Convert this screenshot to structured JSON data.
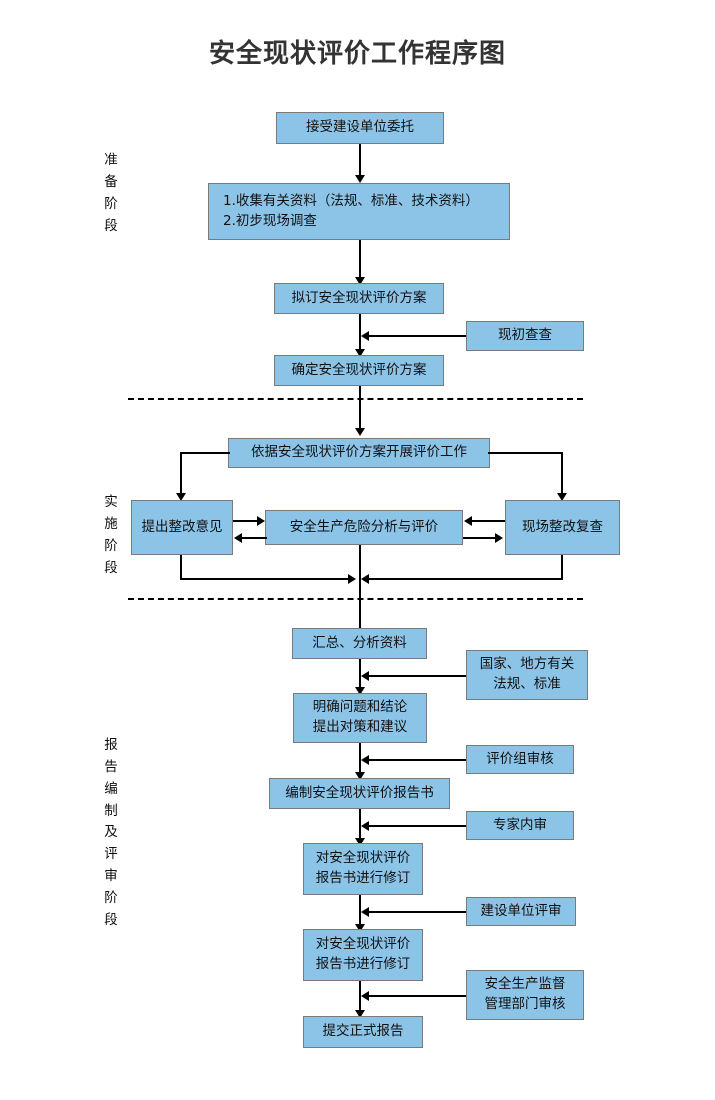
{
  "title": "安全现状评价工作程序图",
  "colors": {
    "box_fill": "#8CC4E8",
    "box_border": "#7a7a7a",
    "connector": "#000000",
    "title_color": "#333333",
    "background": "#ffffff"
  },
  "stages": [
    {
      "id": "prep",
      "label_chars": [
        "准",
        "备",
        "阶",
        "段"
      ]
    },
    {
      "id": "impl",
      "label_chars": [
        "实",
        "施",
        "阶",
        "段"
      ]
    },
    {
      "id": "report",
      "label_chars": [
        "报",
        "告",
        "编",
        "制",
        "及",
        "评",
        "审",
        "阶",
        "段"
      ]
    }
  ],
  "nodes": {
    "accept_commission": {
      "lines": [
        "接受建设单位委托"
      ]
    },
    "collect_data": {
      "lines": [
        "1.收集有关资料（法规、标准、技术资料）",
        "2.初步现场调查"
      ]
    },
    "draft_plan": {
      "lines": [
        "拟订安全现状评价方案"
      ]
    },
    "site_pre_survey": {
      "lines": [
        "现初查查"
      ]
    },
    "confirm_plan": {
      "lines": [
        "确定安全现状评价方案"
      ]
    },
    "carry_out_eval": {
      "lines": [
        "依据安全现状评价方案开展评价工作"
      ]
    },
    "rectification_advice": {
      "lines": [
        "提出整改意见"
      ]
    },
    "risk_analysis": {
      "lines": [
        "安全生产危险分析与评价"
      ]
    },
    "site_recheck": {
      "lines": [
        "现场整改复查"
      ]
    },
    "summarize_analyze": {
      "lines": [
        "汇总、分析资料"
      ]
    },
    "laws_standards": {
      "lines": [
        "国家、地方有关",
        "法规、标准"
      ]
    },
    "problems_conclusion": {
      "lines": [
        "明确问题和结论",
        "提出对策和建议"
      ]
    },
    "review_group": {
      "lines": [
        "评价组审核"
      ]
    },
    "compile_report": {
      "lines": [
        "编制安全现状评价报告书"
      ]
    },
    "expert_internal": {
      "lines": [
        "专家内审"
      ]
    },
    "revise_report_1": {
      "lines": [
        "对安全现状评价",
        "报告书进行修订"
      ]
    },
    "owner_review": {
      "lines": [
        "建设单位评审"
      ]
    },
    "revise_report_2": {
      "lines": [
        "对安全现状评价",
        "报告书进行修订"
      ]
    },
    "supervision_review": {
      "lines": [
        "安全生产监督",
        "管理部门审核"
      ]
    },
    "submit_final": {
      "lines": [
        "提交正式报告"
      ]
    }
  },
  "chart_data": {
    "type": "diagram",
    "diagram_type": "flowchart",
    "title": "安全现状评价工作程序图",
    "orientation": "top-to-bottom",
    "swimlanes": [
      "准备阶段",
      "实施阶段",
      "报告编制及评审阶段"
    ],
    "nodes": [
      {
        "id": "accept_commission",
        "text": "接受建设单位委托",
        "lane": "准备阶段",
        "kind": "process"
      },
      {
        "id": "collect_data",
        "text": "1.收集有关资料（法规、标准、技术资料） 2.初步现场调查",
        "lane": "准备阶段",
        "kind": "process"
      },
      {
        "id": "draft_plan",
        "text": "拟订安全现状评价方案",
        "lane": "准备阶段",
        "kind": "process"
      },
      {
        "id": "site_pre_survey",
        "text": "现初查查",
        "lane": "准备阶段",
        "kind": "note"
      },
      {
        "id": "confirm_plan",
        "text": "确定安全现状评价方案",
        "lane": "准备阶段",
        "kind": "process"
      },
      {
        "id": "carry_out_eval",
        "text": "依据安全现状评价方案开展评价工作",
        "lane": "实施阶段",
        "kind": "process"
      },
      {
        "id": "rectification_advice",
        "text": "提出整改意见",
        "lane": "实施阶段",
        "kind": "process"
      },
      {
        "id": "risk_analysis",
        "text": "安全生产危险分析与评价",
        "lane": "实施阶段",
        "kind": "process"
      },
      {
        "id": "site_recheck",
        "text": "现场整改复查",
        "lane": "实施阶段",
        "kind": "process"
      },
      {
        "id": "summarize_analyze",
        "text": "汇总、分析资料",
        "lane": "报告编制及评审阶段",
        "kind": "process"
      },
      {
        "id": "laws_standards",
        "text": "国家、地方有关法规、标准",
        "lane": "报告编制及评审阶段",
        "kind": "note"
      },
      {
        "id": "problems_conclusion",
        "text": "明确问题和结论 提出对策和建议",
        "lane": "报告编制及评审阶段",
        "kind": "process"
      },
      {
        "id": "review_group",
        "text": "评价组审核",
        "lane": "报告编制及评审阶段",
        "kind": "note"
      },
      {
        "id": "compile_report",
        "text": "编制安全现状评价报告书",
        "lane": "报告编制及评审阶段",
        "kind": "process"
      },
      {
        "id": "expert_internal",
        "text": "专家内审",
        "lane": "报告编制及评审阶段",
        "kind": "note"
      },
      {
        "id": "revise_report_1",
        "text": "对安全现状评价报告书进行修订",
        "lane": "报告编制及评审阶段",
        "kind": "process"
      },
      {
        "id": "owner_review",
        "text": "建设单位评审",
        "lane": "报告编制及评审阶段",
        "kind": "note"
      },
      {
        "id": "revise_report_2",
        "text": "对安全现状评价报告书进行修订",
        "lane": "报告编制及评审阶段",
        "kind": "process"
      },
      {
        "id": "supervision_review",
        "text": "安全生产监督管理部门审核",
        "lane": "报告编制及评审阶段",
        "kind": "note"
      },
      {
        "id": "submit_final",
        "text": "提交正式报告",
        "lane": "报告编制及评审阶段",
        "kind": "process"
      }
    ],
    "edges": [
      {
        "from": "accept_commission",
        "to": "collect_data",
        "dir": "down"
      },
      {
        "from": "collect_data",
        "to": "draft_plan",
        "dir": "down"
      },
      {
        "from": "draft_plan",
        "to": "confirm_plan",
        "dir": "down"
      },
      {
        "from": "site_pre_survey",
        "to": "draft_plan_to_confirm",
        "dir": "left"
      },
      {
        "from": "confirm_plan",
        "to": "carry_out_eval",
        "dir": "down"
      },
      {
        "from": "carry_out_eval",
        "to": "rectification_advice",
        "dir": "left-down"
      },
      {
        "from": "carry_out_eval",
        "to": "site_recheck",
        "dir": "right-down"
      },
      {
        "from": "rectification_advice",
        "to": "risk_analysis",
        "dir": "right"
      },
      {
        "from": "risk_analysis",
        "to": "rectification_advice",
        "dir": "left"
      },
      {
        "from": "site_recheck",
        "to": "risk_analysis",
        "dir": "left"
      },
      {
        "from": "risk_analysis",
        "to": "site_recheck",
        "dir": "right"
      },
      {
        "from": "rectification_advice",
        "to": "summarize_analyze",
        "dir": "down-merge"
      },
      {
        "from": "site_recheck",
        "to": "summarize_analyze",
        "dir": "down-merge"
      },
      {
        "from": "risk_analysis",
        "to": "summarize_analyze",
        "dir": "down"
      },
      {
        "from": "summarize_analyze",
        "to": "problems_conclusion",
        "dir": "down"
      },
      {
        "from": "laws_standards",
        "to": "summarize_to_problems",
        "dir": "left"
      },
      {
        "from": "problems_conclusion",
        "to": "compile_report",
        "dir": "down"
      },
      {
        "from": "review_group",
        "to": "problems_to_compile",
        "dir": "left"
      },
      {
        "from": "compile_report",
        "to": "revise_report_1",
        "dir": "down"
      },
      {
        "from": "expert_internal",
        "to": "compile_to_revise1",
        "dir": "left"
      },
      {
        "from": "revise_report_1",
        "to": "revise_report_2",
        "dir": "down"
      },
      {
        "from": "owner_review",
        "to": "revise1_to_revise2",
        "dir": "left"
      },
      {
        "from": "revise_report_2",
        "to": "submit_final",
        "dir": "down"
      },
      {
        "from": "supervision_review",
        "to": "revise2_to_submit",
        "dir": "left"
      }
    ]
  }
}
